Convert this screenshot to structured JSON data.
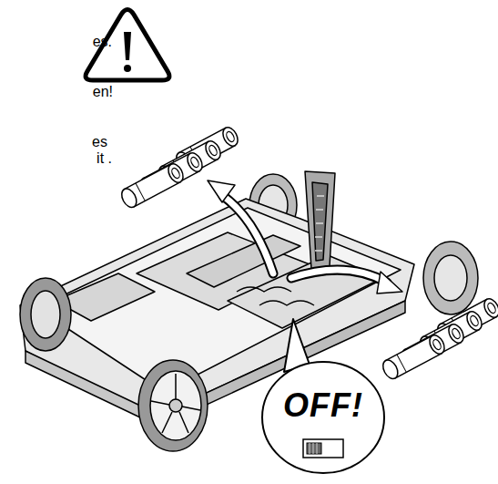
{
  "diagram": {
    "nodes": [
      {
        "text": [
          "OFF!"
        ]
      }
    ],
    "labels": [
      "es.",
      "en!",
      "es",
      "it ."
    ]
  }
}
